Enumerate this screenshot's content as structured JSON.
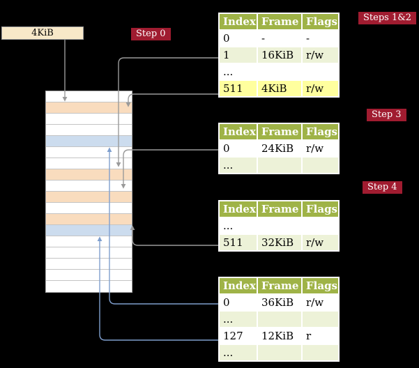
{
  "register_box": {
    "label": "4KiB"
  },
  "badges": {
    "step0": "Step 0",
    "steps12": "Steps 1&2",
    "step3": "Step 3",
    "step4": "Step 4"
  },
  "tables": [
    {
      "name": "page-table-steps-1-2",
      "headers": [
        "Index",
        "Frame",
        "Flags"
      ],
      "rows": [
        [
          "0",
          "-",
          "-"
        ],
        [
          "1",
          "16KiB",
          "r/w"
        ],
        [
          "...",
          "",
          ""
        ],
        [
          "511",
          "4KiB",
          "r/w"
        ]
      ],
      "highlighted_row": "511"
    },
    {
      "name": "page-table-step-3",
      "headers": [
        "Index",
        "Frame",
        "Flags"
      ],
      "rows": [
        [
          "0",
          "24KiB",
          "r/w"
        ],
        [
          "...",
          "",
          ""
        ]
      ]
    },
    {
      "name": "page-table-step-4",
      "headers": [
        "Index",
        "Frame",
        "Flags"
      ],
      "rows": [
        [
          "...",
          "",
          ""
        ],
        [
          "511",
          "32KiB",
          "r/w"
        ]
      ]
    },
    {
      "name": "page-table-bottom",
      "headers": [
        "Index",
        "Frame",
        "Flags"
      ],
      "rows": [
        [
          "0",
          "36KiB",
          "r/w"
        ],
        [
          "...",
          "",
          ""
        ],
        [
          "127",
          "12KiB",
          "r"
        ],
        [
          "...",
          "",
          ""
        ]
      ]
    }
  ],
  "memory_column": {
    "cells": [
      "white",
      "peach",
      "white",
      "white",
      "blue",
      "white",
      "white",
      "peach",
      "white",
      "peach",
      "white",
      "peach",
      "blue",
      "white",
      "white",
      "white",
      "white",
      "white"
    ]
  },
  "colors": {
    "background": "#000000",
    "badge_red": "#a01c30",
    "table_header_olive": "#9fb347",
    "row_pale_green": "#edf2d8",
    "row_highlight_yellow": "#ffff9e",
    "memory_peach": "#f9dcbe",
    "memory_blue": "#ccdcee",
    "register_box_cream": "#f7e8c8",
    "arrow_gray": "#9a9a9a",
    "arrow_blue": "#7f9fce"
  }
}
